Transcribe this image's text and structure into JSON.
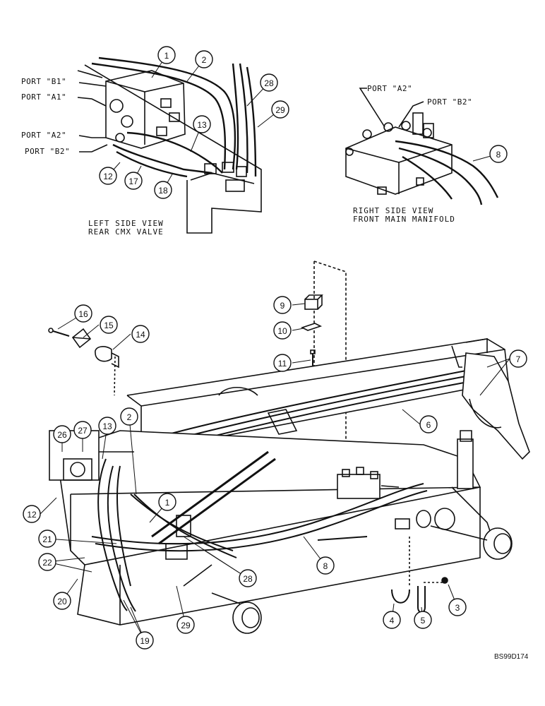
{
  "ports_left": [
    "PORT \"B1\"",
    "PORT \"A1\"",
    "PORT \"A2\"",
    "PORT \"B2\""
  ],
  "ports_right": [
    "PORT \"A2\"",
    "PORT \"B2\""
  ],
  "view_left": {
    "line1": "LEFT SIDE VIEW",
    "line2": "REAR CMX VALVE"
  },
  "view_right": {
    "line1": "RIGHT SIDE VIEW",
    "line2": "FRONT MAIN MANIFOLD"
  },
  "drawing_id": "BS99D174",
  "callouts": [
    "1",
    "2",
    "28",
    "29",
    "13",
    "12",
    "17",
    "18",
    "8",
    "9",
    "10",
    "11",
    "16",
    "15",
    "14",
    "7",
    "6",
    "2",
    "26",
    "27",
    "13",
    "12",
    "1",
    "21",
    "22",
    "20",
    "19",
    "29",
    "28",
    "8",
    "4",
    "5",
    "3"
  ]
}
